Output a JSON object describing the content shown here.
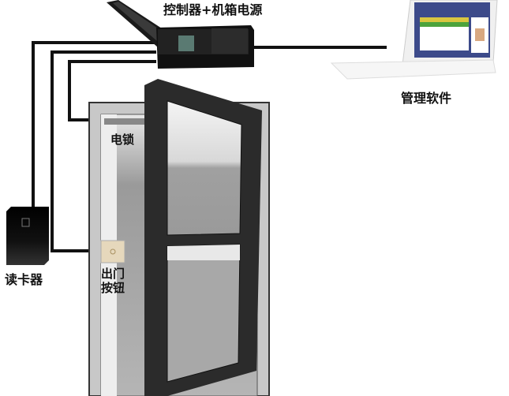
{
  "labels": {
    "controller": "控制器+机箱电源",
    "software": "管理软件",
    "lock": "电锁",
    "reader": "读卡器",
    "exit_button_line1": "出门",
    "exit_button_line2": "按钮"
  }
}
